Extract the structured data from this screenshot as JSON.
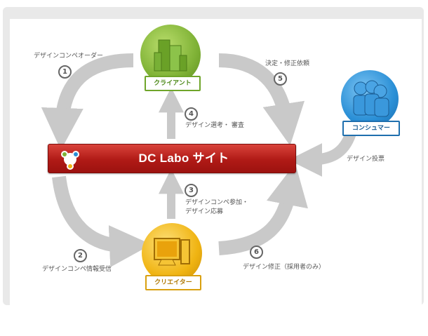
{
  "site": {
    "title": "DC Labo サイト"
  },
  "nodes": {
    "client": {
      "label": "クライアント",
      "color": "#7fb236"
    },
    "creator": {
      "label": "クリエイター",
      "color": "#f0b412"
    },
    "consumer": {
      "label": "コンシュマー",
      "color": "#2a8fd6"
    }
  },
  "steps": [
    {
      "num": "1",
      "text": "デザインコンペオーダー"
    },
    {
      "num": "2",
      "text": "デザインコンペ情報受信"
    },
    {
      "num": "3",
      "text": "デザインコンペ参加・",
      "text2": "デザイン応募"
    },
    {
      "num": "4",
      "text": "デザイン選考・ 審査"
    },
    {
      "num": "5",
      "text": "決定・修正依頼"
    },
    {
      "num": "6",
      "text": "デザイン修正（採用者のみ）"
    }
  ],
  "consumer_vote": "デザイン投票",
  "colors": {
    "arrow": "#c8c8c8",
    "site": "#b4201b"
  }
}
